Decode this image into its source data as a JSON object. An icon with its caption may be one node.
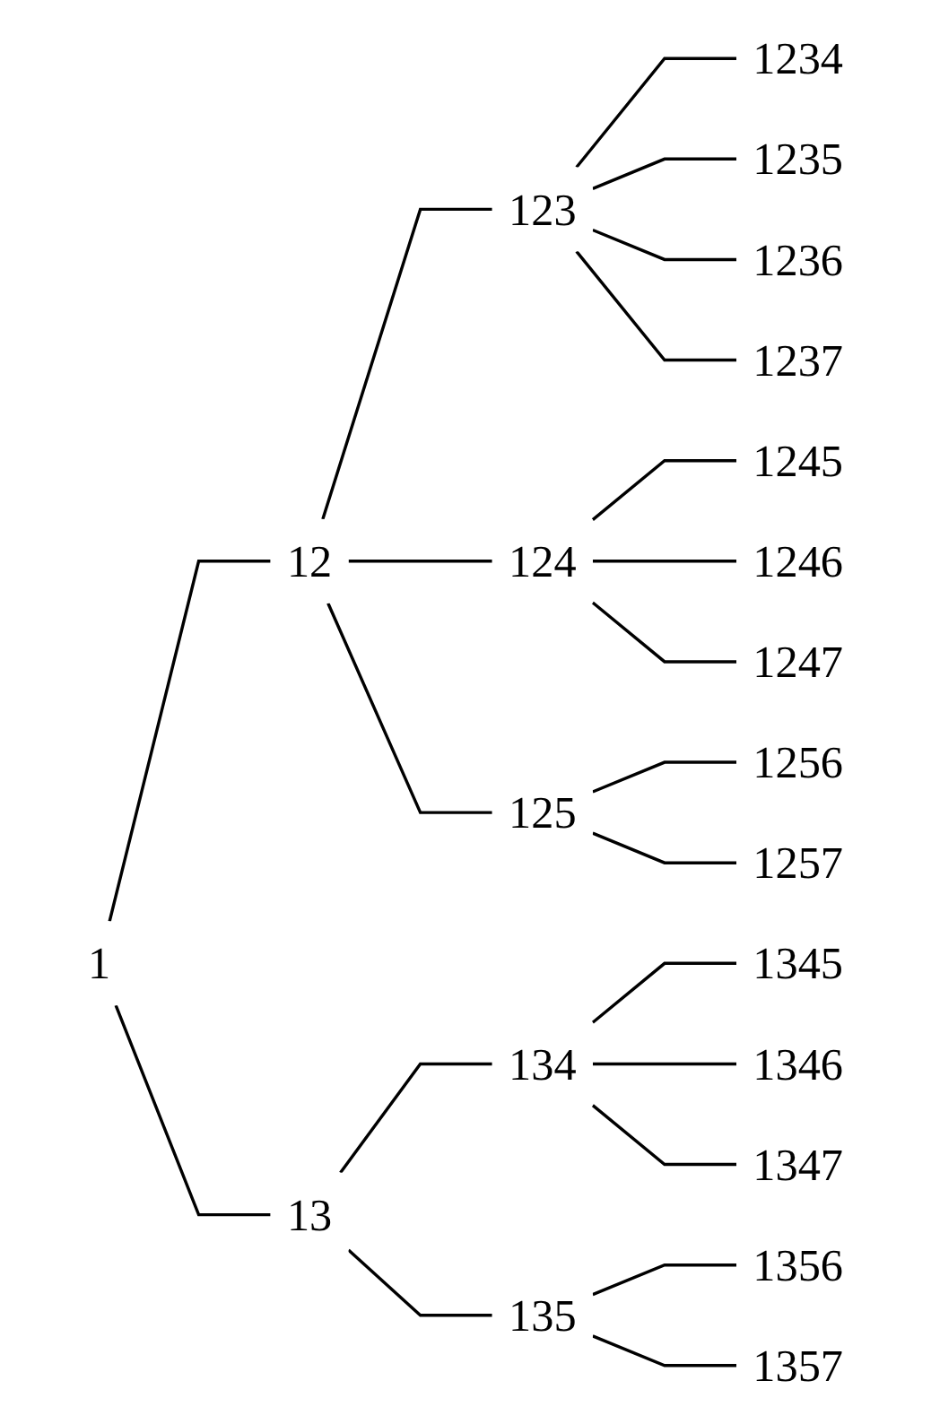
{
  "diagram": {
    "nodes": [
      {
        "text": [
          "1"
        ]
      },
      {
        "text": [
          "12"
        ]
      },
      {
        "text": [
          "13"
        ]
      },
      {
        "text": [
          "123"
        ]
      },
      {
        "text": [
          "124"
        ]
      },
      {
        "text": [
          "125"
        ]
      },
      {
        "text": [
          "134"
        ]
      },
      {
        "text": [
          "135"
        ]
      },
      {
        "text": [
          "1234"
        ]
      },
      {
        "text": [
          "1235"
        ]
      },
      {
        "text": [
          "1236"
        ]
      },
      {
        "text": [
          "1237"
        ]
      },
      {
        "text": [
          "1245"
        ]
      },
      {
        "text": [
          "1246"
        ]
      },
      {
        "text": [
          "1247"
        ]
      },
      {
        "text": [
          "1256"
        ]
      },
      {
        "text": [
          "1257"
        ]
      },
      {
        "text": [
          "1345"
        ]
      },
      {
        "text": [
          "1346"
        ]
      },
      {
        "text": [
          "1347"
        ]
      },
      {
        "text": [
          "1356"
        ]
      },
      {
        "text": [
          "1357"
        ]
      }
    ],
    "edges": [
      {
        "from": 0,
        "to": 1,
        "arrow": "none"
      },
      {
        "from": 0,
        "to": 2,
        "arrow": "none"
      },
      {
        "from": 1,
        "to": 3,
        "arrow": "none"
      },
      {
        "from": 1,
        "to": 4,
        "arrow": "none"
      },
      {
        "from": 1,
        "to": 5,
        "arrow": "none"
      },
      {
        "from": 2,
        "to": 6,
        "arrow": "none"
      },
      {
        "from": 2,
        "to": 7,
        "arrow": "none"
      },
      {
        "from": 3,
        "to": 8,
        "arrow": "none"
      },
      {
        "from": 3,
        "to": 9,
        "arrow": "none"
      },
      {
        "from": 3,
        "to": 10,
        "arrow": "none"
      },
      {
        "from": 3,
        "to": 11,
        "arrow": "none"
      },
      {
        "from": 4,
        "to": 12,
        "arrow": "none"
      },
      {
        "from": 4,
        "to": 13,
        "arrow": "none"
      },
      {
        "from": 4,
        "to": 14,
        "arrow": "none"
      },
      {
        "from": 5,
        "to": 15,
        "arrow": "none"
      },
      {
        "from": 5,
        "to": 16,
        "arrow": "none"
      },
      {
        "from": 6,
        "to": 17,
        "arrow": "none"
      },
      {
        "from": 6,
        "to": 18,
        "arrow": "none"
      },
      {
        "from": 6,
        "to": 19,
        "arrow": "none"
      },
      {
        "from": 7,
        "to": 20,
        "arrow": "none"
      },
      {
        "from": 7,
        "to": 21,
        "arrow": "none"
      }
    ]
  }
}
